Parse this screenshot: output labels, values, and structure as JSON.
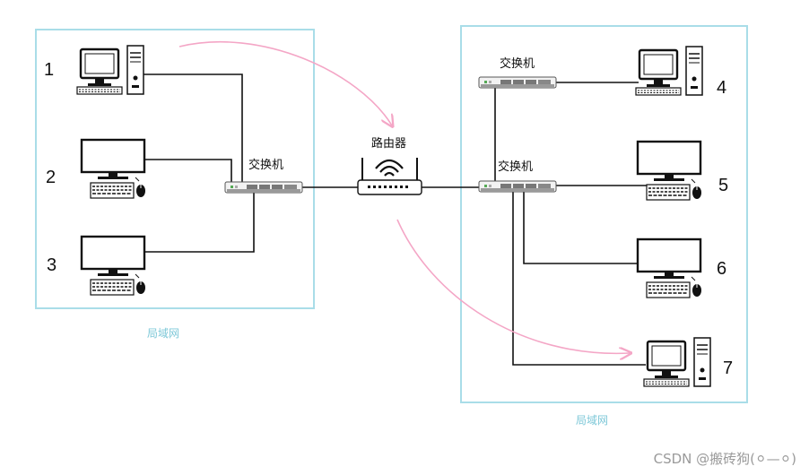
{
  "labels": {
    "switch_left": "交换机",
    "switch_right_top": "交换机",
    "switch_right_mid": "交换机",
    "router": "路由器",
    "lan_left": "局域网",
    "lan_right": "局域网"
  },
  "hosts": [
    "1",
    "2",
    "3",
    "4",
    "5",
    "6",
    "7"
  ],
  "watermark": "CSDN @搬砖狗(⚪︎—⚪︎)",
  "colors": {
    "lan_border": "#a9dde8",
    "lan_label": "#7ec8d8",
    "arrow": "#f4a6c6",
    "line": "#111111"
  }
}
